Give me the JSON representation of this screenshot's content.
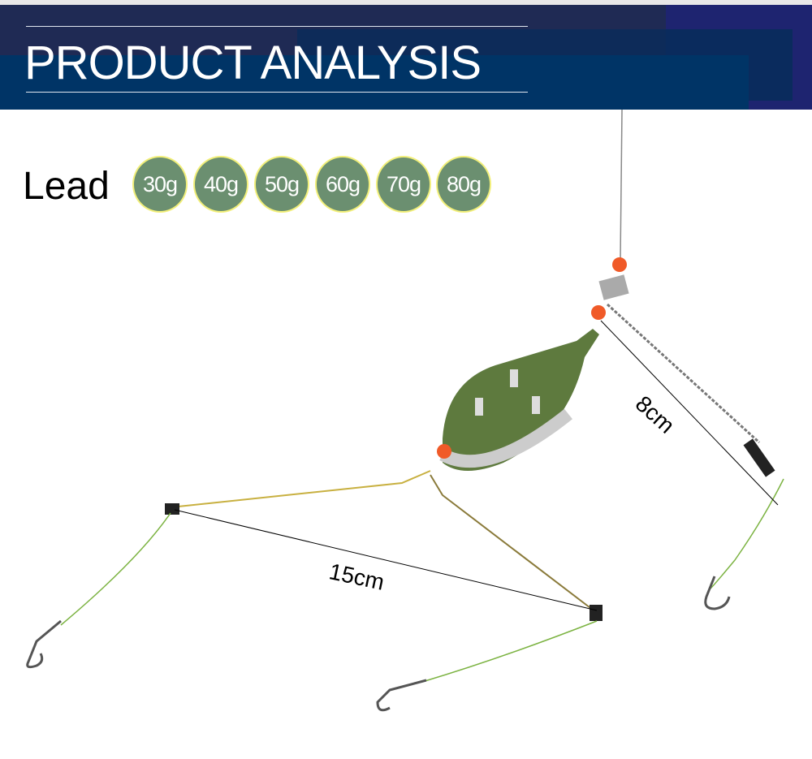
{
  "header": {
    "title": "PRODUCT ANALYSIS"
  },
  "weights": {
    "label": "Lead",
    "options": [
      "30g",
      "40g",
      "50g",
      "60g",
      "70g",
      "80g"
    ]
  },
  "dimensions": {
    "short": "8cm",
    "long": "15cm"
  },
  "colors": {
    "banner": "#1f2a54",
    "badge": "#6b8f70",
    "badge_border": "#f2ef7a",
    "feeder": "#5e7a3e",
    "bead": "#f05a28"
  }
}
